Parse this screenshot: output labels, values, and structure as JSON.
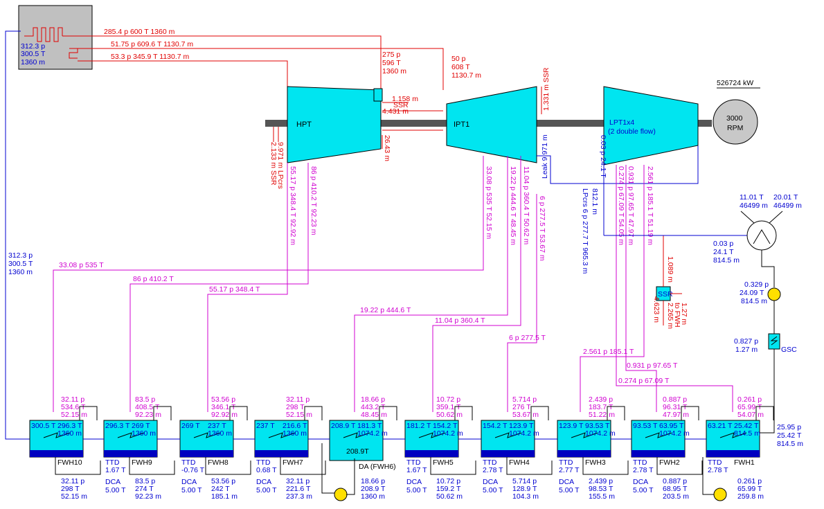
{
  "boiler": {
    "p": "312.3 p",
    "t": "300.5 T",
    "m": "1360 m"
  },
  "feedwater_left": {
    "p": "312.3 p",
    "t": "300.5 T",
    "m": "1360 m"
  },
  "main_steam": "285.4 p  600 T  1360 m",
  "reheat_out": "51.75 p  609.6 T  1130.7 m",
  "reheat_in": "53.3 p  345.9 T  1130.7 m",
  "hpt_in": {
    "p": "275 p",
    "t": "596 T",
    "m": "1360 m"
  },
  "ipt_in": {
    "p": "50 p",
    "t": "608 T",
    "m": "1130.7 m"
  },
  "hpt_label": "HPT",
  "ipt_label": "IPT1",
  "lpt_label": "LPT1x4",
  "lpt_sub": "(2 double flow)",
  "generator": {
    "power": "526724 kW",
    "speed": "3000",
    "rpm": "RPM"
  },
  "hpt_leaks": {
    "a": "1.158 m",
    "b": "SSR",
    "c": "4.431 m",
    "d": "26.43 m"
  },
  "hpt_front_leaks": {
    "a": "9.971 m LPcrs",
    "b": "2.133 m SSR"
  },
  "ipt_top_leak": "1.331 m SSR",
  "leak_vert": "Leak 9.971 m",
  "lpt_extr": {
    "a": "0.03 p  24.1 T",
    "b": "812.1 m"
  },
  "lpcrs": "LPcrs  6 p  277.7 T  965.3 m",
  "lpt_taps": {
    "a": "0.274 p  67.09 T  54.05 m",
    "b": "0.931 p  97.65 T  47.97 m",
    "c": "2.561 p  185.1 T  51.19 m"
  },
  "hpt_taps": {
    "a": "55.17 p  348.4 T  92.92 m",
    "b": "86 p  410.2 T  92.23 m"
  },
  "ipt_taps": {
    "a": "33.08 p  535 T  52.15 m",
    "b": "19.22 p  444.6 T  48.45 m",
    "c": "11.04 p  360.4 T  50.62 m",
    "d": "6 p  277.5 T  53.67 m"
  },
  "ssr": {
    "label": "SSR",
    "a": "1.089 m",
    "b": "4.623 m",
    "c": "1.27 m",
    "d": "to FWH",
    "e": "2.265 m"
  },
  "condenser": {
    "cw_in_t": "11.01 T",
    "cw_in_m": "46499 m",
    "cw_out_t": "20.01 T",
    "cw_out_m": "46499 m",
    "p": "0.03 p",
    "t": "24.1 T",
    "m": "814.5 m"
  },
  "pump_cond": {
    "p": "0.329 p",
    "t": "24.09 T",
    "m": "814.5 m"
  },
  "gsc": {
    "label": "GSC",
    "p": "0.827 p",
    "m": "1.27 m"
  },
  "fw_right": {
    "p": "25.95 p",
    "t": "25.42 T",
    "m": "814.5 m"
  },
  "lines": {
    "l1": "33.08 p  535 T",
    "l2": "86 p  410.2 T",
    "l3": "55.17 p  348.4 T",
    "l4": "19.22 p  444.6 T",
    "l5": "11.04 p  360.4 T",
    "l6": "6 p  277.5 T",
    "l7": "2.561 p  185.1 T",
    "l8": "0.931 p  97.65 T",
    "l9": "0.274 p  67.09 T"
  },
  "heaters": [
    {
      "name": "FWH10",
      "t1": "300.5 T",
      "t2": "296.3 T",
      "m": "1360 m",
      "ttd": "",
      "ttdv": "",
      "dca": "",
      "dcav": "",
      "top": [
        "32.11 p",
        "534.6 T",
        "52.15 m"
      ],
      "bot": [
        "32.11 p",
        "298 T",
        "52.15 m"
      ]
    },
    {
      "name": "FWH9",
      "t1": "296.3 T",
      "t2": "269 T",
      "m": "1360 m",
      "ttd": "TTD",
      "ttdv": "1.67 T",
      "dca": "DCA",
      "dcav": "5.00 T",
      "top": [
        "83.5 p",
        "408.5 T",
        "92.23 m"
      ],
      "bot": [
        "83.5 p",
        "274 T",
        "92.23 m"
      ]
    },
    {
      "name": "FWH8",
      "t1": "269 T",
      "t2": "237 T",
      "m": "1360 m",
      "ttd": "TTD",
      "ttdv": "-0.76 T",
      "dca": "DCA",
      "dcav": "5.00 T",
      "top": [
        "53.56 p",
        "346.1 T",
        "92.92 m"
      ],
      "bot": [
        "53.56 p",
        "242 T",
        "185.1 m"
      ]
    },
    {
      "name": "FWH7",
      "t1": "237 T",
      "t2": "216.6 T",
      "m": "1360 m",
      "ttd": "TTD",
      "ttdv": "0.68 T",
      "dca": "DCA",
      "dcav": "5.00 T",
      "top": [
        "32.11 p",
        "298 T",
        "52.15 m"
      ],
      "bot": [
        "32.11 p",
        "221.6 T",
        "237.3 m"
      ]
    },
    {
      "name": "DA (FWH6)",
      "t1": "208.9 T",
      "t2": "181.3 T",
      "m": "1074.2 m",
      "ttd": "",
      "ttdv": "",
      "dca": "",
      "dcav": "",
      "top": [
        "18.66 p",
        "443.2 T",
        "48.45 m"
      ],
      "bot": [
        "18.66 p",
        "208.9 T",
        "1360 m"
      ],
      "inner": "208.9T"
    },
    {
      "name": "FWH5",
      "t1": "181.2 T",
      "t2": "154.2 T",
      "m": "1074.2 m",
      "ttd": "TTD",
      "ttdv": "1.67 T",
      "dca": "DCA",
      "dcav": "5.00 T",
      "top": [
        "10.72 p",
        "359.1 T",
        "50.62 m"
      ],
      "bot": [
        "10.72 p",
        "159.2 T",
        "50.62 m"
      ]
    },
    {
      "name": "FWH4",
      "t1": "154.2 T",
      "t2": "123.9 T",
      "m": "1074.2 m",
      "ttd": "TTD",
      "ttdv": "2.78 T",
      "dca": "DCA",
      "dcav": "5.00 T",
      "top": [
        "5.714 p",
        "276 T",
        "53.67 m"
      ],
      "bot": [
        "5.714 p",
        "128.9 T",
        "104.3 m"
      ]
    },
    {
      "name": "FWH3",
      "t1": "123.9 T",
      "t2": "93.53 T",
      "m": "1074.2 m",
      "ttd": "TTD",
      "ttdv": "2.77 T",
      "dca": "DCA",
      "dcav": "5.00 T",
      "top": [
        "2.439 p",
        "183.7 T",
        "51.22 m"
      ],
      "bot": [
        "2.439 p",
        "98.53 T",
        "155.5 m"
      ]
    },
    {
      "name": "FWH2",
      "t1": "93.53 T",
      "t2": "63.95 T",
      "m": "1074.2 m",
      "ttd": "TTD",
      "ttdv": "2.78 T",
      "dca": "DCA",
      "dcav": "5.00 T",
      "top": [
        "0.887 p",
        "96.31 T",
        "47.97 m"
      ],
      "bot": [
        "0.887 p",
        "68.95 T",
        "203.5 m"
      ]
    },
    {
      "name": "FWH1",
      "t1": "63.21 T",
      "t2": "25.42 T",
      "m": "814.5 m",
      "ttd": "TTD",
      "ttdv": "2.78 T",
      "dca": "",
      "dcav": "",
      "top": [
        "0.261 p",
        "65.99 T",
        "54.07 m"
      ],
      "bot": [
        "0.261 p",
        "65.99 T",
        "259.8 m"
      ]
    }
  ]
}
